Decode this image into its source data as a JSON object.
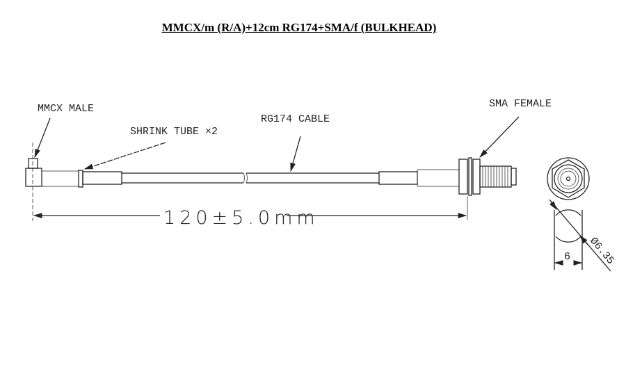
{
  "title": "MMCX/m (R/A)+12cm RG174+SMA/f (BULKHEAD)",
  "labels": {
    "mmcx": "MMCX MALE",
    "shrink": "SHRINK TUBE ×2",
    "cable": "RG174  CABLE",
    "sma": "SMA FEMALE"
  },
  "dimensions": {
    "length": "120±5.0mm",
    "flat": "6",
    "diameter": "Ø6.35"
  }
}
